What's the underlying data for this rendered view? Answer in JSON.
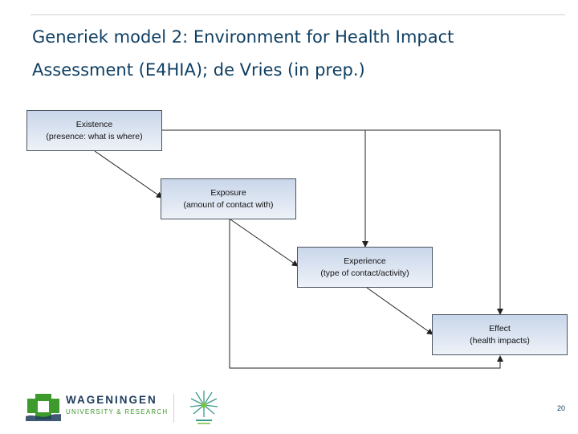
{
  "slide": {
    "title_line1": "Generiek model 2: Environment for Health Impact",
    "title_line2": "Assessment (E4HIA); de Vries (in prep.)",
    "page_number": "20"
  },
  "diagram": {
    "boxes": [
      {
        "id": "existence",
        "title": "Existence",
        "subtitle": "(presence: what is where)"
      },
      {
        "id": "exposure",
        "title": "Exposure",
        "subtitle": "(amount of contact with)"
      },
      {
        "id": "experience",
        "title": "Experience",
        "subtitle": "(type of contact/activity)"
      },
      {
        "id": "effect",
        "title": "Effect",
        "subtitle": "(health impacts)"
      }
    ],
    "connections": [
      {
        "from": "existence",
        "to": "exposure"
      },
      {
        "from": "exposure",
        "to": "experience"
      },
      {
        "from": "experience",
        "to": "effect"
      },
      {
        "from": "existence",
        "to": "experience"
      },
      {
        "from": "existence",
        "to": "effect"
      },
      {
        "from": "exposure",
        "to": "effect"
      }
    ]
  },
  "footer": {
    "logo_name": "WAGENINGEN",
    "logo_sub": "UNIVERSITY & RESEARCH",
    "emblem_icon": "leaf-emblem-icon",
    "colors": {
      "logo_green": "#3d9a2c",
      "logo_navy": "#1e3b5c",
      "title": "#0f3f63"
    }
  }
}
